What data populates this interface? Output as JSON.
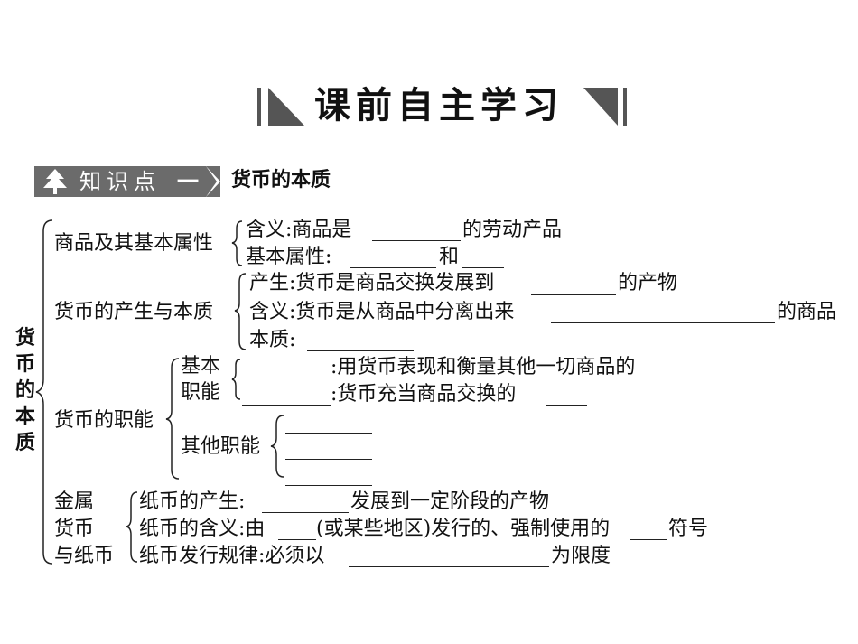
{
  "header": {
    "title": "课前自主学习"
  },
  "section": {
    "badge": "知识点",
    "number": "一",
    "title": "货币的本质"
  },
  "root": {
    "label": "货币的本质"
  },
  "branches": {
    "b1": {
      "label": "商品及其基本属性",
      "items": {
        "i1_pre": "含义:商品是",
        "i1_post": "的劳动产品",
        "i2_pre": "基本属性:",
        "i2_mid": "和"
      }
    },
    "b2": {
      "label": "货币的产生与本质",
      "items": {
        "i1_pre": "产生:货币是商品交换发展到",
        "i1_post": "的产物",
        "i2_pre": "含义:货币是从商品中分离出来",
        "i2_post": "的商品",
        "i3_pre": "本质:"
      }
    },
    "b3": {
      "label": "货币的职能",
      "basic_1": "基本",
      "basic_2": "职能",
      "basic_items": {
        "i1_post": ":用货币表现和衡量其他一切商品的",
        "i2_post": ":货币充当商品交换的"
      },
      "other": "其他职能"
    },
    "b4": {
      "label_1": "金属",
      "label_2": "货币",
      "label_3": "与纸币",
      "items": {
        "i1_pre": "纸币的产生:",
        "i1_post": "发展到一定阶段的产物",
        "i2_pre": "纸币的含义:由",
        "i2_mid": "(或某些地区)发行的、强制使用的",
        "i2_post": "符号",
        "i3_pre": "纸币发行规律:必须以",
        "i3_post": "为限度"
      }
    }
  }
}
